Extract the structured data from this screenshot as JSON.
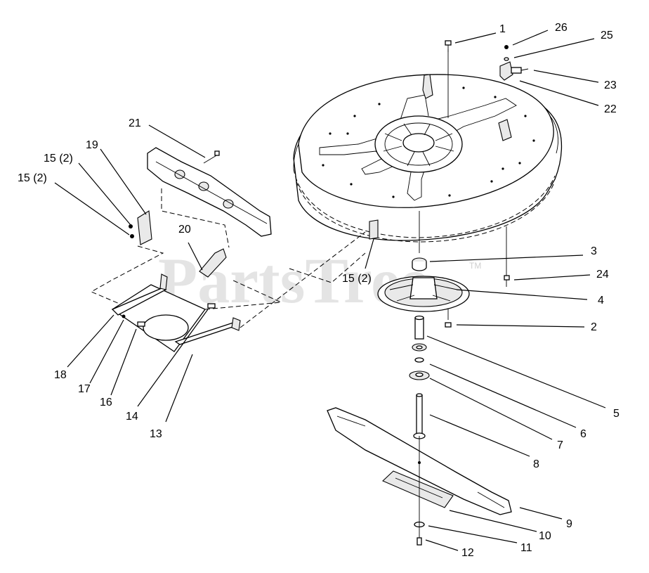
{
  "watermark": {
    "text": "PartsTree",
    "tm": "TM"
  },
  "callouts": [
    {
      "id": "c1",
      "label": "1"
    },
    {
      "id": "c26",
      "label": "26"
    },
    {
      "id": "c25",
      "label": "25"
    },
    {
      "id": "c23",
      "label": "23"
    },
    {
      "id": "c22",
      "label": "22"
    },
    {
      "id": "c21",
      "label": "21"
    },
    {
      "id": "c19",
      "label": "19"
    },
    {
      "id": "c15a",
      "label": "15 (2)"
    },
    {
      "id": "c15b",
      "label": "15 (2)"
    },
    {
      "id": "c20",
      "label": "20"
    },
    {
      "id": "c15c",
      "label": "15 (2)"
    },
    {
      "id": "c3",
      "label": "3"
    },
    {
      "id": "c24",
      "label": "24"
    },
    {
      "id": "c4",
      "label": "4"
    },
    {
      "id": "c2",
      "label": "2"
    },
    {
      "id": "c5",
      "label": "5"
    },
    {
      "id": "c6",
      "label": "6"
    },
    {
      "id": "c7",
      "label": "7"
    },
    {
      "id": "c8",
      "label": "8"
    },
    {
      "id": "c9",
      "label": "9"
    },
    {
      "id": "c10",
      "label": "10"
    },
    {
      "id": "c11",
      "label": "11"
    },
    {
      "id": "c12",
      "label": "12"
    },
    {
      "id": "c13",
      "label": "13"
    },
    {
      "id": "c14",
      "label": "14"
    },
    {
      "id": "c16",
      "label": "16"
    },
    {
      "id": "c17",
      "label": "17"
    },
    {
      "id": "c18",
      "label": "18"
    }
  ]
}
